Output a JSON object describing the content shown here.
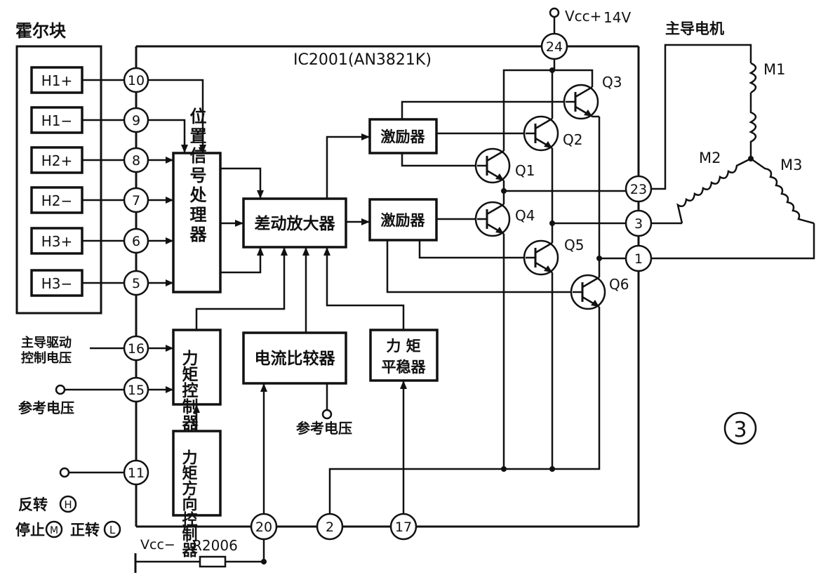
{
  "hall_block": {
    "title": "霍尔块",
    "elements": [
      "H1+",
      "H1−",
      "H2+",
      "H2−",
      "H3+",
      "H3−"
    ]
  },
  "ic": {
    "label": "IC2001(AN3821K)"
  },
  "supply": {
    "vcc_plus": "Vcc+",
    "voltage": "14V",
    "vcc_minus": "Vcc−",
    "resistor": "R2006"
  },
  "motor": {
    "title": "主导电机",
    "windings": [
      "M1",
      "M2",
      "M3"
    ]
  },
  "blocks": {
    "position_processor": "位置信号处理器",
    "diff_amp": "差动放大器",
    "driver_upper": "激励器",
    "driver_lower": "激励器",
    "torque_control": "力矩控制器",
    "current_comparator": "电流比较器",
    "torque_stabilizer_line1": "力  矩",
    "torque_stabilizer_line2": "平稳器",
    "torque_direction": "力矩方向控制器"
  },
  "transistors": [
    "Q1",
    "Q2",
    "Q3",
    "Q4",
    "Q5",
    "Q6"
  ],
  "pins": {
    "p10": "10",
    "p9": "9",
    "p8": "8",
    "p7": "7",
    "p6": "6",
    "p5": "5",
    "p16": "16",
    "p15": "15",
    "p11": "11",
    "p24": "24",
    "p23": "23",
    "p3": "3",
    "p1": "1",
    "p20": "20",
    "p2": "2",
    "p17": "17"
  },
  "labels": {
    "drive_ctrl_line1": "主导驱动",
    "drive_ctrl_line2": "控制电压",
    "ref_voltage_left": "参考电压",
    "ref_voltage_bottom": "参考电压",
    "reverse": "反转",
    "stop": "停止",
    "forward": "正转",
    "mark_h": "H",
    "mark_m": "M",
    "mark_l": "L"
  },
  "figure_number": "3"
}
